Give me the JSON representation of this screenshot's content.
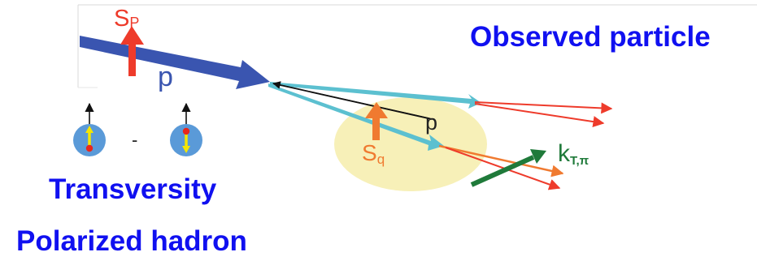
{
  "labels": {
    "observed_particle": "Observed particle",
    "transversity": "Transversity",
    "polarized_hadron": "Polarized hadron",
    "minus_sign": "-"
  },
  "symbols": {
    "proton_spin": "S",
    "proton_spin_sub": "P",
    "proton_momentum": "p",
    "quark_momentum": "p",
    "quark_spin": "S",
    "quark_spin_sub": "q",
    "transverse_k": "k",
    "transverse_k_sub": "T,π"
  },
  "colors": {
    "text_blue": "#1010f0",
    "proton_arrow": "#3a55b0",
    "spin_red": "#ee3b2b",
    "quark_spin_orange": "#f07a30",
    "cyan_track": "#5cc0d0",
    "yellow_blob": "#f7f0b8",
    "green_kt": "#1f7a3a",
    "hadron_fill": "#5a9ad8",
    "inner_arrow_yellow": "#f5e600",
    "inner_dot_red": "#e8261c"
  }
}
